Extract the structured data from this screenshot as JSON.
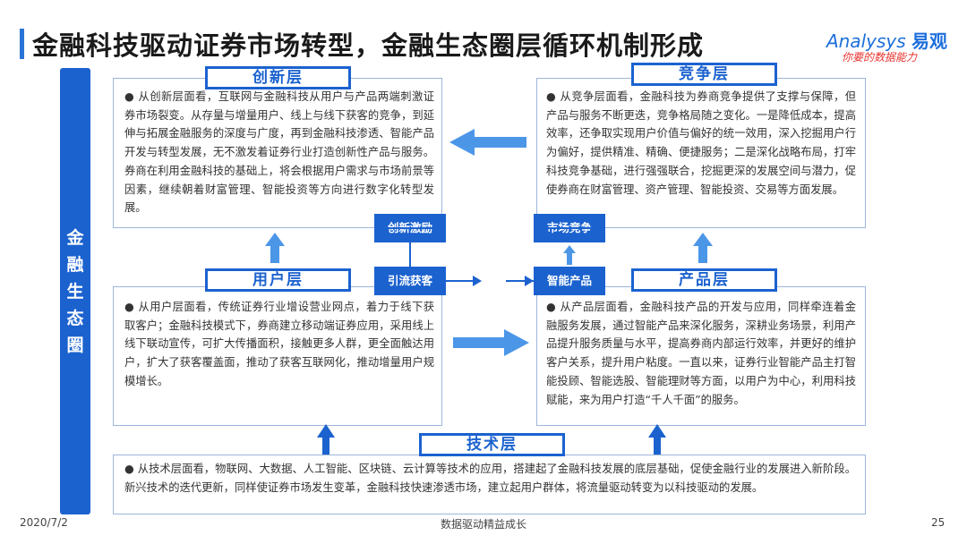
{
  "title": "金融科技驱动证券市场转型，金融生态圈层循环机制形成",
  "logo": {
    "brand": "Analysys",
    "brand_cn": "易观",
    "slogan": "你要的数据能力"
  },
  "side_label": "金融生态圈",
  "layers": {
    "innovation": {
      "label": "创新层",
      "text": "● 从创新层面看，互联网与金融科技从用户与产品两端刺激证券市场裂变。从存量与增量用户、线上与线下获客的竞争，到延伸与拓展金融服务的深度与广度，再到金融科技渗透、智能产品开发与转型发展，无不激发着证券行业打造创新性产品与服务。券商在利用金融科技的基础上，将会根据用户需求与市场前景等因素，继续朝着财富管理、智能投资等方向进行数字化转型发展。"
    },
    "competition": {
      "label": "竞争层",
      "text": "● 从竞争层面看，金融科技为券商竞争提供了支撑与保障，但产品与服务不断更迭，竞争格局随之变化。一是降低成本，提高效率，还争取实现用户价值与偏好的统一效用，深入挖掘用户行为偏好，提供精准、精确、便捷服务；二是深化战略布局，打牢科技竞争基础，进行强强联合，挖掘更深的发展空间与潜力，促使券商在财富管理、资产管理、智能投资、交易等方面发展。"
    },
    "user": {
      "label": "用户层",
      "text": "● 从用户层面看，传统证券行业增设营业网点，着力于线下获取客户；金融科技模式下，券商建立移动端证券应用，采用线上线下联动宣传，可扩大传播面积，接触更多人群，更全面触达用户，扩大了获客覆盖面，推动了获客互联网化，推动增量用户规模增长。"
    },
    "product": {
      "label": "产品层",
      "text": "● 从产品层面看，金融科技产品的开发与应用，同样牵连着金融服务发展，通过智能产品来深化服务，深耕业务场景，利用产品提升服务质量与水平，提高券商内部运行效率，并更好的维护客户关系，提升用户粘度。一直以来，证券行业智能产品主打智能投顾、智能选股、智能理财等方面，以用户为中心，利用科技赋能，来为用户打造“千人千面”的服务。"
    },
    "tech": {
      "label": "技术层",
      "text": "● 从技术层面看，物联网、大数据、人工智能、区块链、云计算等技术的应用，搭建起了金融科技发展的底层基础，促使金融行业的发展进入新阶段。新兴技术的迭代更新，同样使证券市场发生变革，金融科技快速渗透市场，建立起用户群体，将流量驱动转变为以科技驱动的发展。"
    }
  },
  "tags": {
    "innovation_drive": "创新激励",
    "market_competition": "市场竞争",
    "traffic_acquisition": "引流获客",
    "smart_products": "智能产品"
  },
  "footer": {
    "date": "2020/7/2",
    "center": "数据驱动精益成长",
    "page": "25"
  }
}
